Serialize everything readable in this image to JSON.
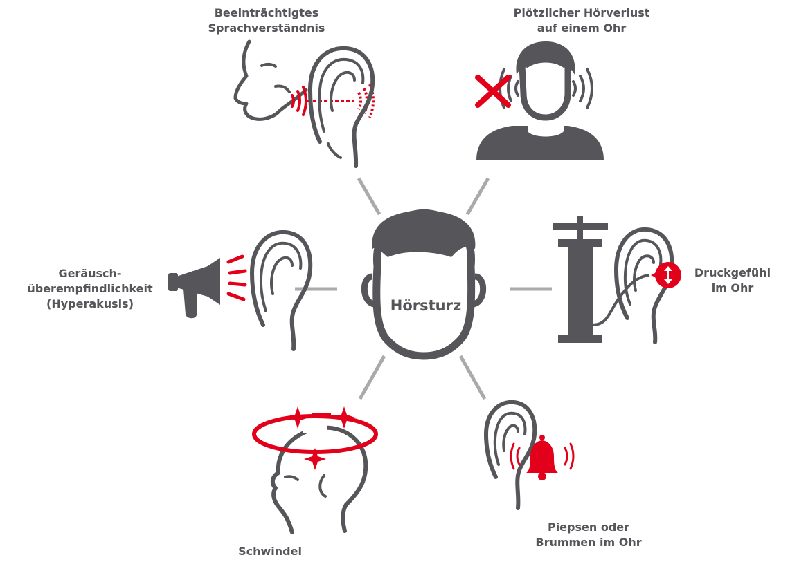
{
  "center": {
    "label": "Hörsturz"
  },
  "symptoms": {
    "speech": {
      "line1": "Beeinträchtigtes",
      "line2": "Sprachverständnis",
      "icon": "face-ear-sound-icon"
    },
    "sudden": {
      "line1": "Plötzlicher Hörverlust",
      "line2": "auf einem Ohr",
      "icon": "head-crossed-sound-icon"
    },
    "hyper": {
      "line1": "Geräusch-",
      "line2": "überempfindlichkeit",
      "line3": "(Hyperakusis)",
      "icon": "megaphone-ear-icon"
    },
    "pressure": {
      "line1": "Druckgefühl",
      "line2": "im Ohr",
      "icon": "pump-ear-pressure-icon"
    },
    "dizzy": {
      "line1": "Schwindel",
      "icon": "dizzy-head-icon"
    },
    "tinnitus": {
      "line1": "Piepsen oder",
      "line2": "Brummen im Ohr",
      "icon": "ear-bell-icon"
    }
  },
  "colors": {
    "gray": "#55555a",
    "red": "#e2001a",
    "connector": "#aaaaaa"
  }
}
